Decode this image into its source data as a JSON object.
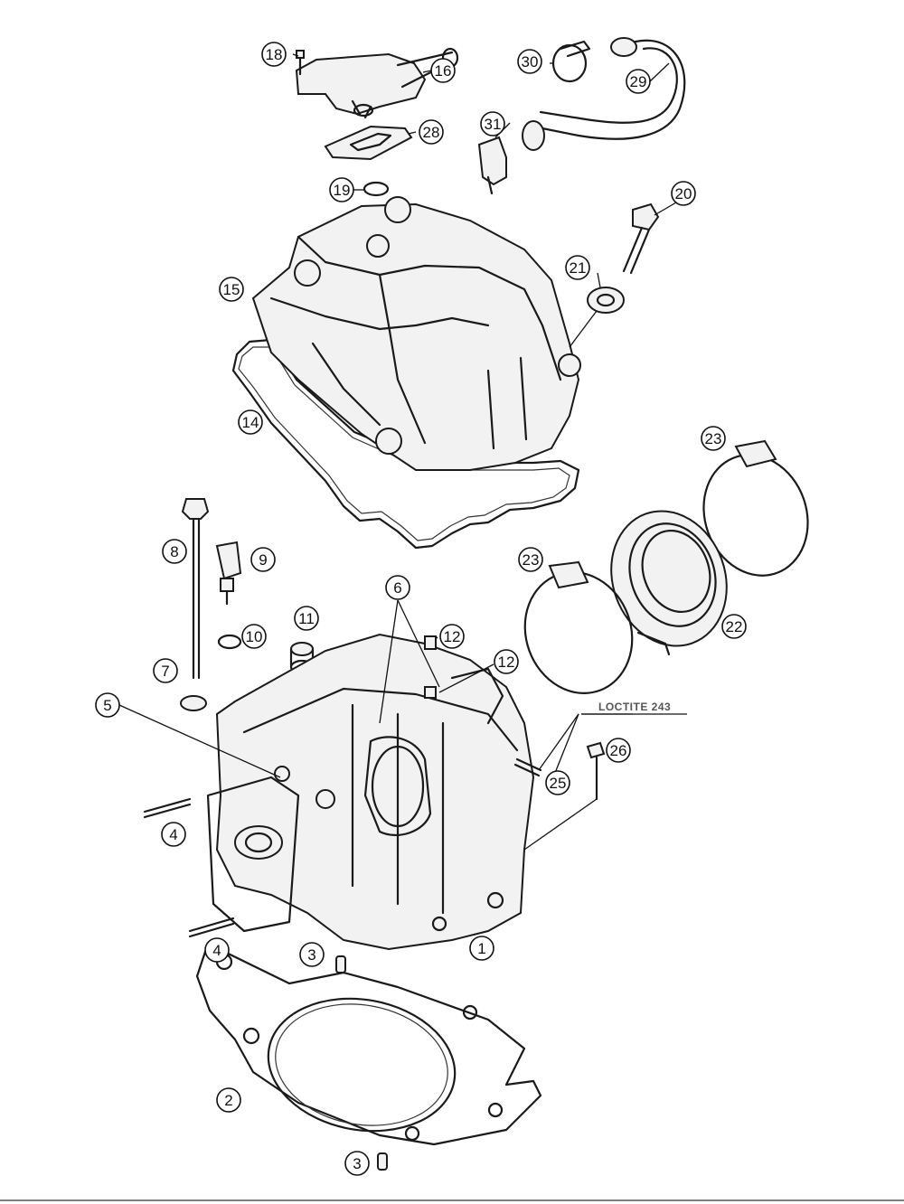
{
  "callouts": [
    {
      "id": "1",
      "label": "1"
    },
    {
      "id": "2",
      "label": "2"
    },
    {
      "id": "3a",
      "label": "3"
    },
    {
      "id": "3b",
      "label": "3"
    },
    {
      "id": "4a",
      "label": "4"
    },
    {
      "id": "4b",
      "label": "4"
    },
    {
      "id": "5",
      "label": "5"
    },
    {
      "id": "6",
      "label": "6"
    },
    {
      "id": "7",
      "label": "7"
    },
    {
      "id": "8",
      "label": "8"
    },
    {
      "id": "9",
      "label": "9"
    },
    {
      "id": "10",
      "label": "10"
    },
    {
      "id": "11",
      "label": "11"
    },
    {
      "id": "12a",
      "label": "12"
    },
    {
      "id": "12b",
      "label": "12"
    },
    {
      "id": "14",
      "label": "14"
    },
    {
      "id": "15",
      "label": "15"
    },
    {
      "id": "16",
      "label": "16"
    },
    {
      "id": "18",
      "label": "18"
    },
    {
      "id": "19",
      "label": "19"
    },
    {
      "id": "20",
      "label": "20"
    },
    {
      "id": "21",
      "label": "21"
    },
    {
      "id": "22",
      "label": "22"
    },
    {
      "id": "23a",
      "label": "23"
    },
    {
      "id": "23b",
      "label": "23"
    },
    {
      "id": "25",
      "label": "25"
    },
    {
      "id": "26",
      "label": "26"
    },
    {
      "id": "28",
      "label": "28"
    },
    {
      "id": "29",
      "label": "29"
    },
    {
      "id": "30",
      "label": "30"
    },
    {
      "id": "31",
      "label": "31"
    }
  ],
  "note": {
    "text": "LOCTITE 243"
  }
}
